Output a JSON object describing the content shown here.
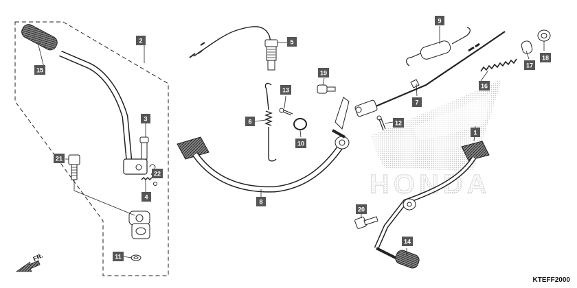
{
  "diagram": {
    "code": "KTEFF2000",
    "direction_label": "FR.",
    "watermark_text": "HONDA",
    "callouts": [
      "1",
      "2",
      "3",
      "4",
      "5",
      "6",
      "7",
      "8",
      "9",
      "10",
      "11",
      "12",
      "13",
      "14",
      "15",
      "16",
      "17",
      "18",
      "19",
      "20",
      "21",
      "22"
    ],
    "colors": {
      "line": "#222222",
      "callout_box": "#555555",
      "watermark": "#d4d4d4"
    }
  }
}
